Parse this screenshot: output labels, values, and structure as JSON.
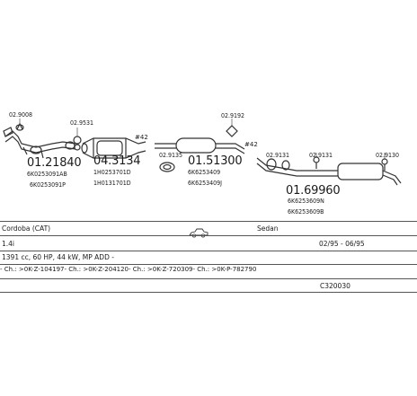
{
  "parts": {
    "p1_number": "01.21840",
    "p1_oem_a": "6K0253091AB",
    "p1_oem_b": "6K0253091P",
    "p1_clamp": "02.9008",
    "p2_number": "04.3134",
    "p2_oem_a": "1H0253701D",
    "p2_oem_b": "1H0131701D",
    "p2_clamp": "02.9531",
    "p2_qty": "#42",
    "p3_number": "01.51300",
    "p3_oem_a": "6K6253409",
    "p3_oem_b": "6K6253409J",
    "p3_gasket": "02.9135",
    "p3_clamp": "02.9192",
    "p3_qty": "#42",
    "p4_number": "01.69960",
    "p4_oem_a": "6K6253609N",
    "p4_oem_b": "6K6253609B",
    "p4_clamp_a": "02.9131",
    "p4_clamp_b": "02.9131",
    "p4_clamp_c": "02.9130"
  },
  "vehicle": {
    "model": "Cordoba (CAT)",
    "body": "Sedan",
    "engine": "1.4i",
    "years": "02/95 - 06/95",
    "spec": "1391 cc, 60 HP, 44 kW, MP ADD -",
    "chassis": "- Ch.: >0K-Z-104197- Ch.: >0K-Z-204120- Ch.: >0K-Z-720309- Ch.: >0K-P-782790",
    "code": "C320030"
  },
  "icons": {
    "car": "sedan-car-icon"
  }
}
